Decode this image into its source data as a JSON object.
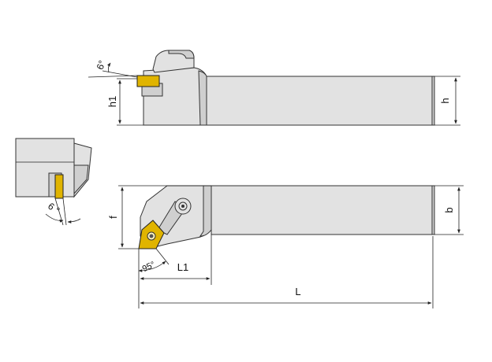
{
  "dimensions": {
    "h1": "h1",
    "h": "h",
    "f": "f",
    "b": "b",
    "L1": "L1",
    "L": "L"
  },
  "angles": {
    "clearance_top": "6°",
    "clearance_side": "6 °",
    "approach": "95°"
  },
  "colors": {
    "insert": "#e0b400",
    "body": "#e2e2e2",
    "body_dark": "#cfcfcf",
    "line": "#222222"
  }
}
